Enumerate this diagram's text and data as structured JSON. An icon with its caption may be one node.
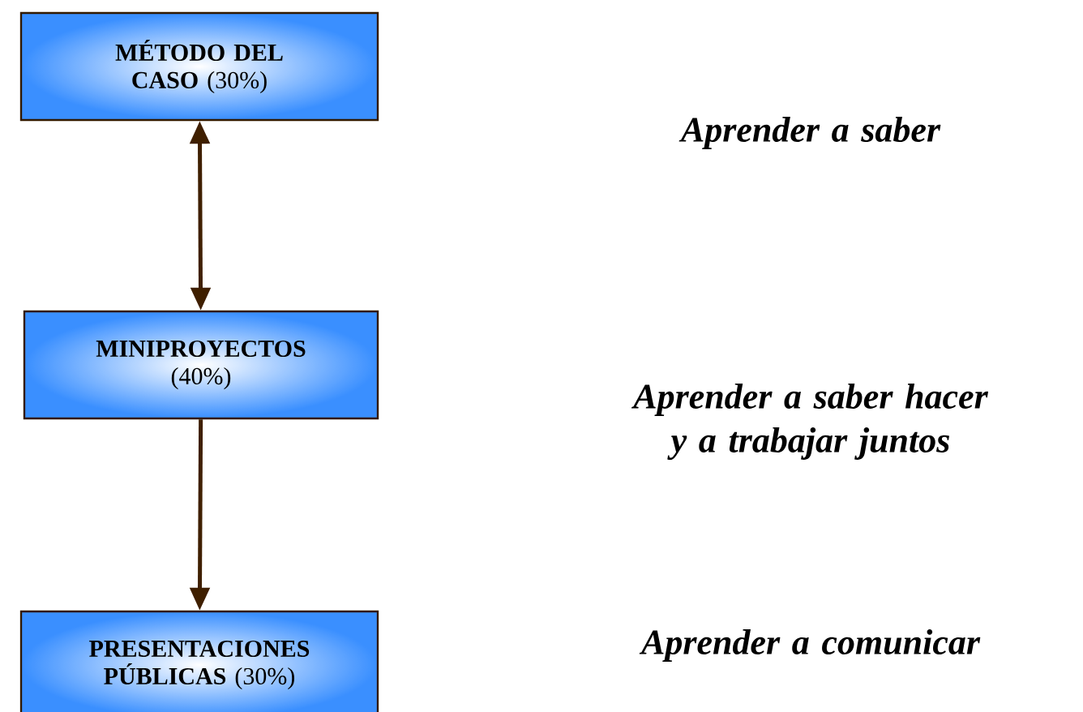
{
  "diagram": {
    "nodes": [
      {
        "text": [
          "**MÉTODO DEL CASO** (30%)"
        ]
      },
      {
        "text": [
          "**MINIPROYECTOS** (40%)"
        ]
      },
      {
        "text": [
          "**PRESENTACIONES PÚBLICAS** (30%)"
        ]
      }
    ],
    "edges": [
      {
        "from": 0,
        "to": 1,
        "arrow": "both"
      },
      {
        "from": 1,
        "to": 2,
        "arrow": "to"
      }
    ],
    "labels": [
      "Aprender a saber",
      "Aprender a saber hacer y a trabajar juntos",
      "Aprender a comunicar"
    ]
  }
}
